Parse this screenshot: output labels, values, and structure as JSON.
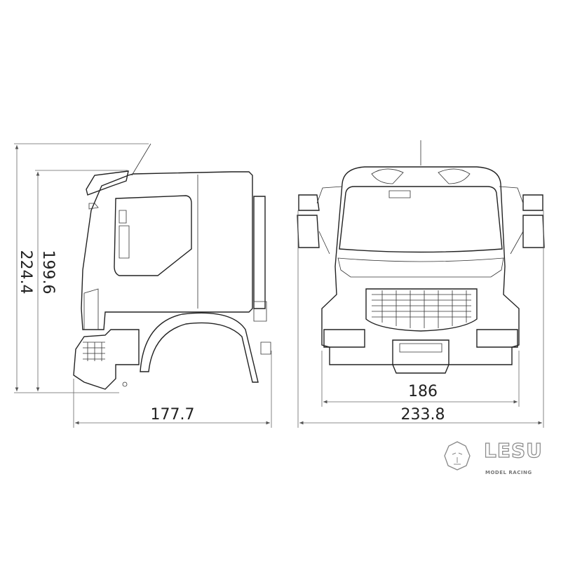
{
  "dimensions": {
    "side_total_height": "224.4",
    "side_cab_height": "199.6",
    "side_length": "177.7",
    "front_inner_width": "186",
    "front_total_width": "233.8"
  },
  "logo": {
    "brand": "LESU",
    "tagline": "MODEL RACING",
    "icon": "lion-head-icon"
  }
}
